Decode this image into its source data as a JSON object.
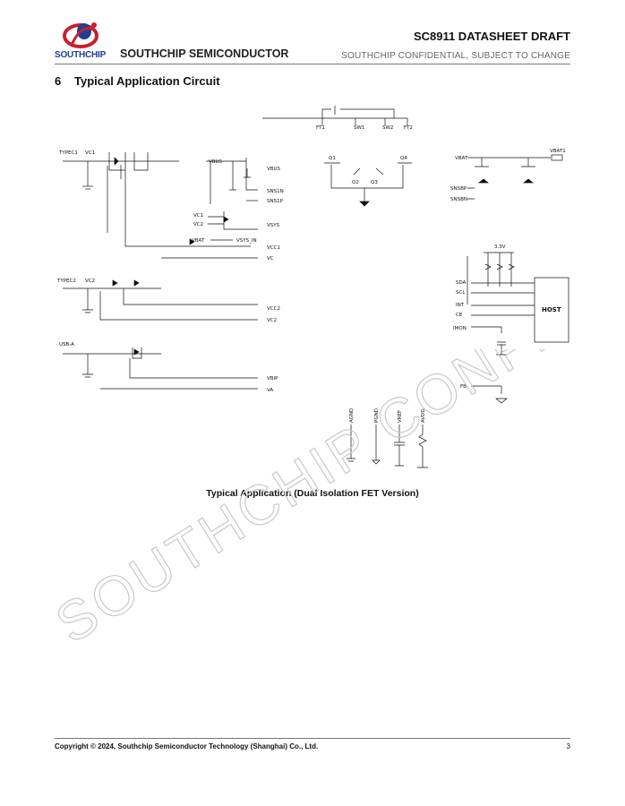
{
  "header": {
    "logo_text": "SOUTHCHIP",
    "company": "SOUTHCHIP SEMICONDUCTOR",
    "doc_title": "SC8911 DATASHEET DRAFT",
    "confidential": "SOUTHCHIP CONFIDENTIAL, SUBJECT TO CHANGE"
  },
  "section": {
    "number": "6",
    "title": "Typical Application Circuit"
  },
  "circuit_labels": {
    "ft1": "FT1",
    "sw1": "SW1",
    "sw2": "SW2",
    "ft2": "FT2",
    "typec1": "TYPEC1",
    "vc1": "VC1",
    "vbus": "VBUS",
    "snsp": "SNS1N",
    "snsn": "SNS1P",
    "vc1b": "VC1",
    "vc2": "VC2",
    "vsys": "VSYS",
    "vbat": "VBAT",
    "vsysin": "VSYS_IN",
    "vcc1": "VCC1",
    "vc": "VC",
    "q1": "Q1",
    "q2": "Q2",
    "q3": "Q3",
    "q4": "Q4",
    "vbat_r": "VBAT",
    "vbat1": "VBAT1",
    "snsbp": "SNSBP",
    "snsbn": "SNSBN",
    "ldo": "3.3V",
    "sda": "SDA",
    "scl": "SCL",
    "int": "INT",
    "ce": "CE",
    "imon": "IMON",
    "fb": "FB",
    "host": "HOST",
    "typec2": "TYPEC2",
    "vc2b": "VC2",
    "vcc2": "VCC2",
    "vc2c": "VC2",
    "usba": "USB-A",
    "vbip": "VBIP",
    "va": "VA",
    "agnd": "AGND",
    "pgnd": "PGND",
    "vref": "VREF",
    "avdd": "AVDD"
  },
  "caption": "Typical Application  (Dual Isolation FET Version)",
  "watermark": "SOUTHCHIP CONFIDENTIAL",
  "footer": {
    "copyright": "Copyright © 2024, Southchip Semiconductor Technology (Shanghai) Co., Ltd.",
    "page": "3"
  }
}
